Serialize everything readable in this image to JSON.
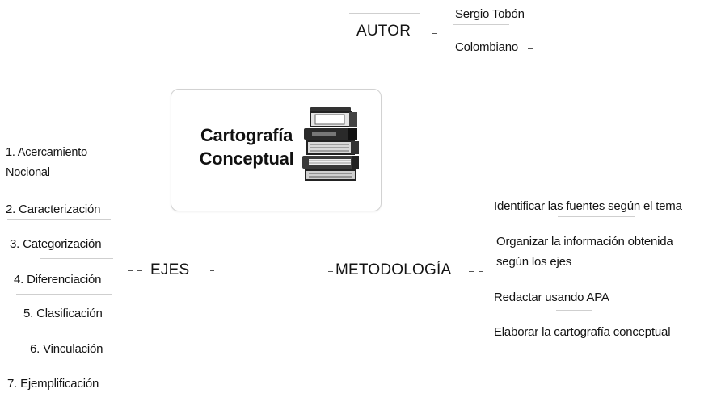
{
  "central": {
    "title_line1": "Cartografía",
    "title_line2": "Conceptual",
    "icon": "books-icon"
  },
  "autor": {
    "label": "AUTOR",
    "items": [
      "Sergio Tobón",
      "Colombiano"
    ]
  },
  "ejes": {
    "label": "EJES",
    "items": [
      "1. Acercamiento",
      "Nocional",
      "2. Caracterización",
      "3. Categorización",
      "4. Diferenciación",
      "5. Clasificación",
      "6. Vinculación",
      "7. Ejemplificación"
    ]
  },
  "metodologia": {
    "label": "METODOLOGÍA",
    "items": [
      "Identificar las fuentes según el tema",
      "Organizar la información obtenida",
      "según los ejes",
      "Redactar usando APA",
      "Elaborar la cartografía conceptual"
    ]
  }
}
